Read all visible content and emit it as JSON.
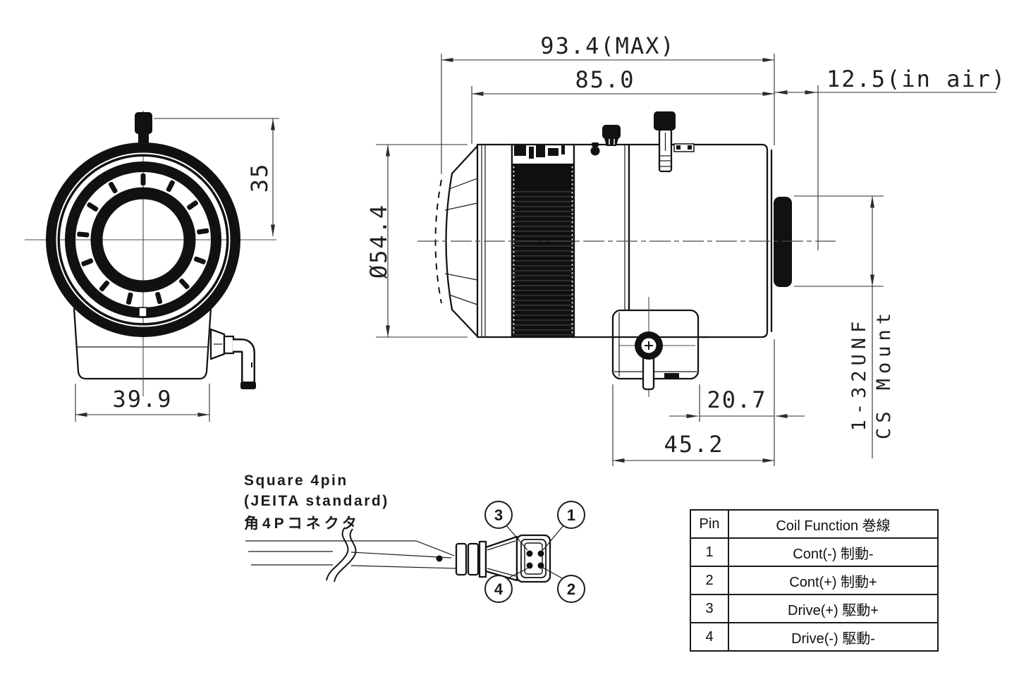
{
  "front_view": {
    "dim_height_to_center": "35",
    "dim_base_width": "39.9"
  },
  "side_view": {
    "dim_max_length": "93.4(MAX)",
    "dim_body_length": "85.0",
    "dim_back_focal": "12.5(in air)",
    "dim_diameter": "Ø54.4",
    "dim_drive_to_flange": "20.7",
    "dim_drive_length": "45.2",
    "mount_thread": "1-32UNF",
    "mount_type": "CS Mount"
  },
  "connector": {
    "label_line1": "Square 4pin",
    "label_line2": "(JEITA standard)",
    "label_line3": "角4Pコネクタ",
    "pin1": "1",
    "pin2": "2",
    "pin3": "3",
    "pin4": "4"
  },
  "pin_table": {
    "header_pin": "Pin",
    "header_function": "Coil Function 巻線",
    "rows": [
      {
        "pin": "1",
        "function": "Cont(-) 制動-"
      },
      {
        "pin": "2",
        "function": "Cont(+) 制動+"
      },
      {
        "pin": "3",
        "function": "Drive(+) 駆動+"
      },
      {
        "pin": "4",
        "function": "Drive(-) 駆動-"
      }
    ]
  }
}
